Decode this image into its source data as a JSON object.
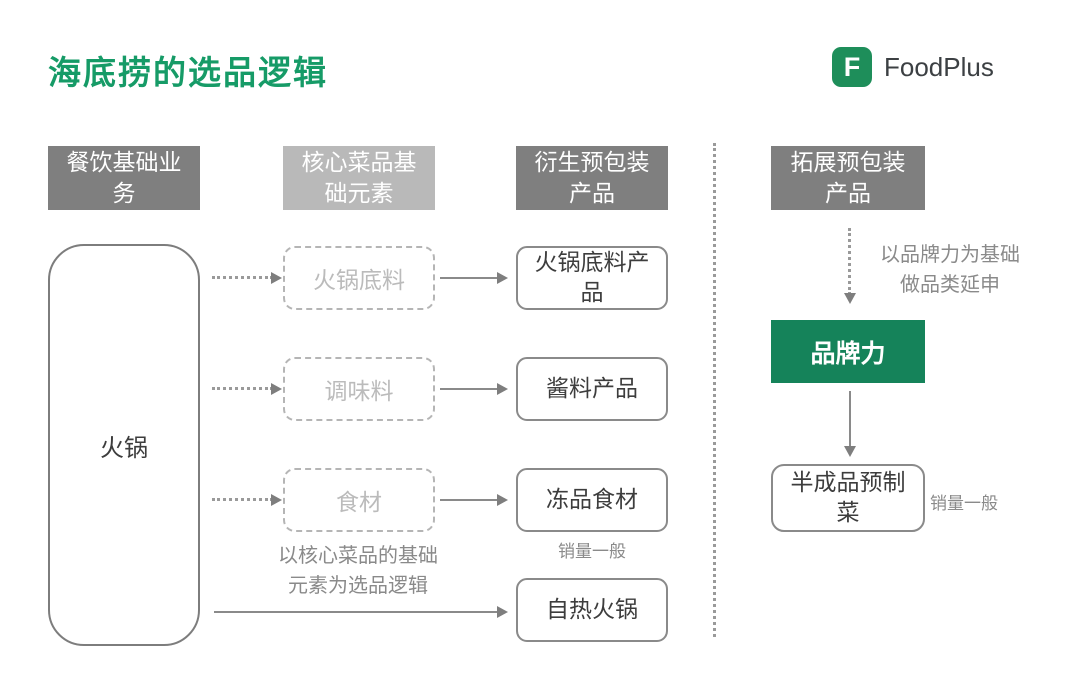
{
  "page": {
    "title": "海底捞的选品逻辑"
  },
  "logo": {
    "name": "FoodPlus",
    "monogram": "F"
  },
  "headers": {
    "restaurant_base": "餐饮基础业务",
    "core_dish_elements": "核心菜品基础元素",
    "derived_prepackaged": "衍生预包装产品",
    "extended_prepackaged": "拓展预包装产品"
  },
  "left_column": {
    "hotpot": "火锅"
  },
  "middle_column": {
    "soup_base": "火锅底料",
    "seasoning": "调味料",
    "ingredients": "食材",
    "caption": "以核心菜品的基础\n元素为选品逻辑"
  },
  "product_column": {
    "soup_base_product": "火锅底料产品",
    "sauce_product": "酱料产品",
    "frozen_food": "冻品食材",
    "frozen_food_note": "销量一般",
    "self_heating_hotpot": "自热火锅"
  },
  "right_column": {
    "annotation": "以品牌力为基础\n做品类延申",
    "brand_power": "品牌力",
    "semi_finished_dish": "半成品预制菜",
    "semi_finished_note": "销量一般"
  },
  "colors": {
    "title_green": "#169B67",
    "logo_green": "#1E8E5A",
    "brand_box_green": "#15835A",
    "header_dark_gray": "#7F7F7F",
    "header_light_gray": "#B9B9B9",
    "arrow_gray": "#8A8A8A"
  }
}
